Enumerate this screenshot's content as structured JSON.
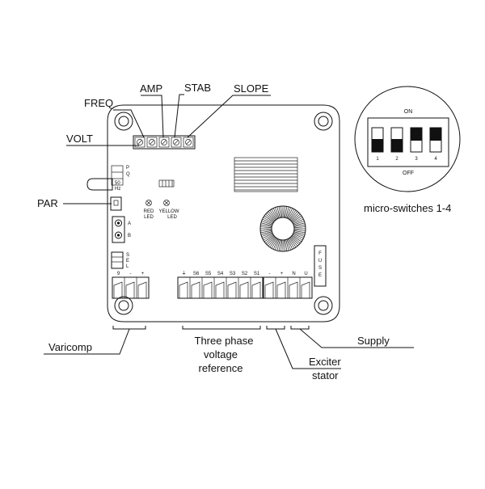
{
  "labels": {
    "freq": "FREQ",
    "amp": "AMP",
    "stab": "STAB",
    "slope": "SLOPE",
    "volt": "VOLT",
    "par": "PAR",
    "varicomp": "Varicomp",
    "three_phase_1": "Three phase",
    "three_phase_2": "voltage",
    "three_phase_3": "reference",
    "exciter_1": "Exciter",
    "exciter_2": "stator",
    "supply": "Supply",
    "micro_switches": "micro-switches 1-4"
  },
  "board": {
    "hz_p": "P",
    "hz_q": "Q",
    "hz_50": "50",
    "hz_unit": "Hz",
    "led_red_1": "RED",
    "led_red_2": "LED",
    "led_yellow_1": "YELLOW",
    "led_yellow_2": "LED",
    "term_a": "A",
    "term_b": "B",
    "side_s": "S",
    "side_e": "E",
    "side_l": "L",
    "varicomp_pins": [
      "9",
      "-",
      "+"
    ],
    "ref_pins": [
      "⏚",
      "S6",
      "S5",
      "S4",
      "S3",
      "S2",
      "S1"
    ],
    "exc_pins": [
      "-",
      "+",
      "N",
      "U"
    ],
    "fuse": [
      "F",
      "U",
      "S",
      "E"
    ]
  },
  "switches": {
    "on": "ON",
    "off": "OFF",
    "numbers": [
      "1",
      "2",
      "3",
      "4"
    ],
    "states": [
      "off",
      "off",
      "on",
      "on"
    ]
  }
}
